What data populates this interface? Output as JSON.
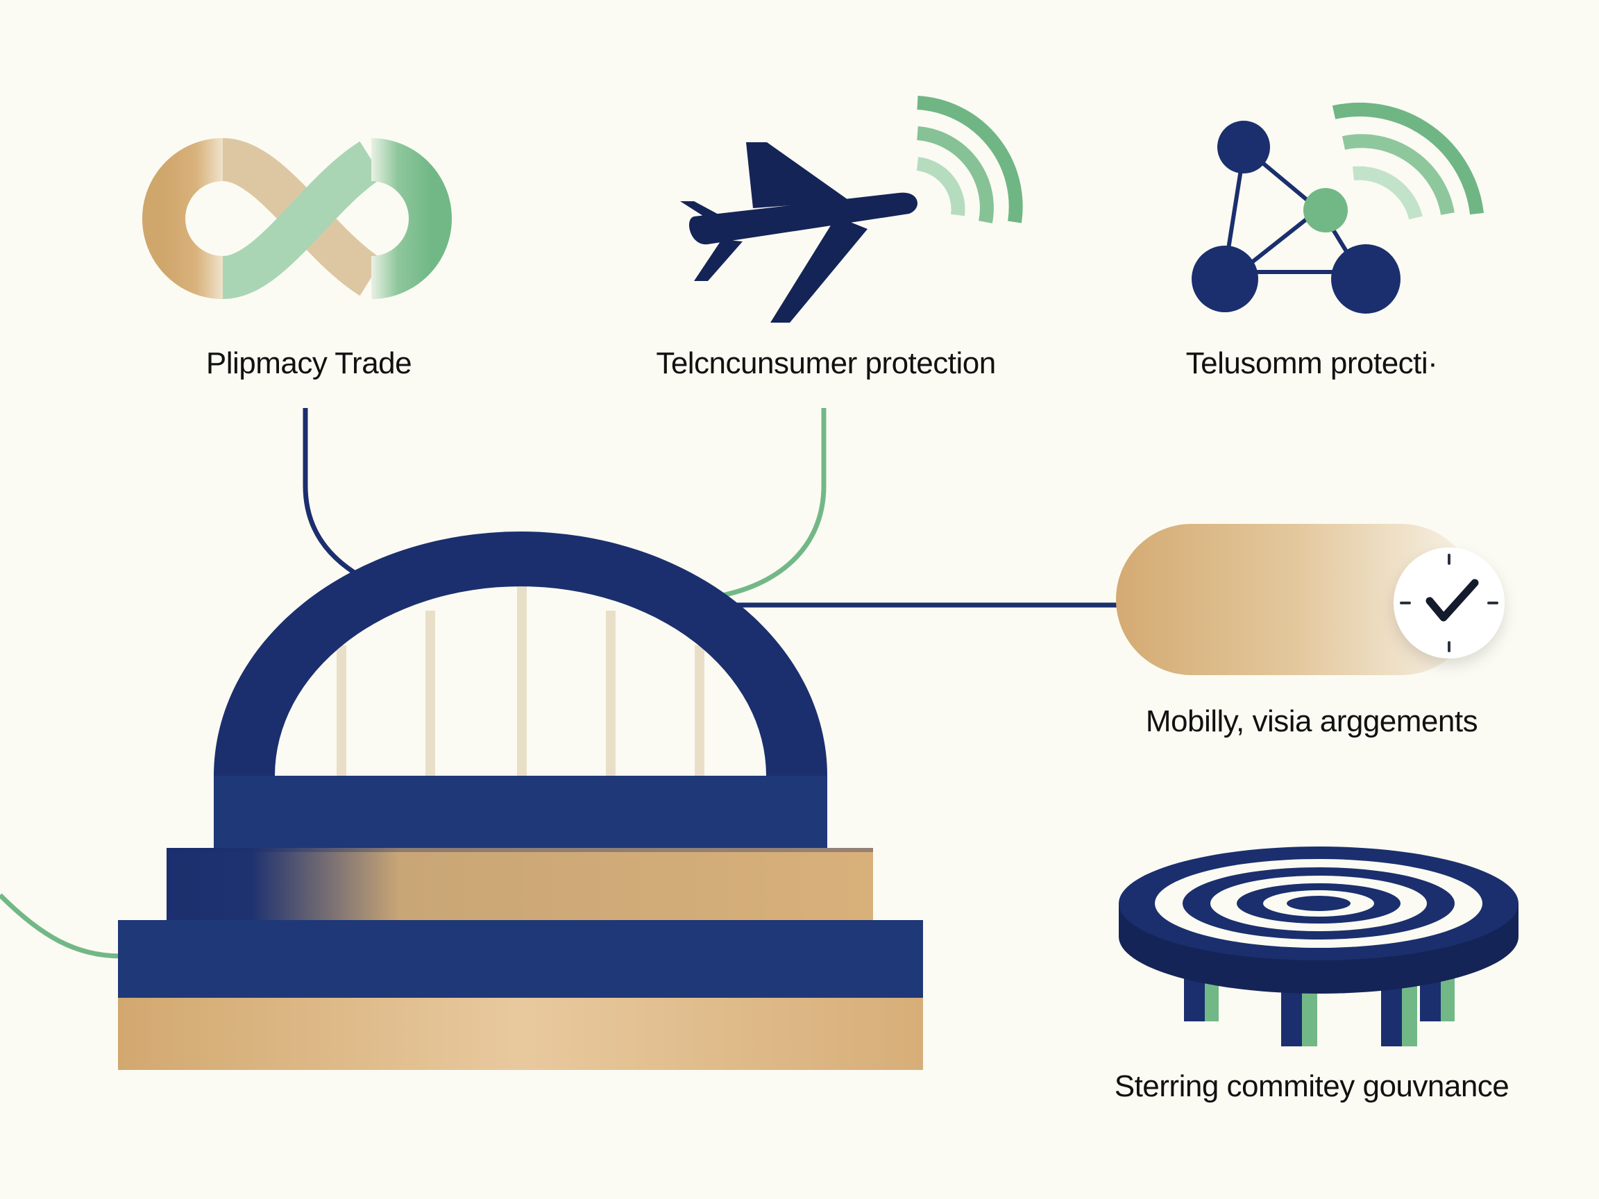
{
  "labels": {
    "trade": "Plipmacy Trade",
    "telecom_consumer": "Telcncunsumer protection",
    "telecom_protection": "Telusomm protecti·",
    "mobility": "Mobilly, visia arggements",
    "steering": "Sterring commitey gouvnance"
  },
  "icons": [
    "infinity-icon",
    "airplane-icon",
    "wifi-signal-icon",
    "network-nodes-icon",
    "clock-check-icon",
    "round-table-icon",
    "bridge-arch-icon"
  ],
  "colors": {
    "background": "#fbfbf3",
    "navy": "#1b2f6e",
    "navy_dark": "#152457",
    "gold": "#d6ab74",
    "gold_light": "#eddcbf",
    "green": "#72b887",
    "green_light": "#b6dcc0",
    "text": "#111111"
  }
}
